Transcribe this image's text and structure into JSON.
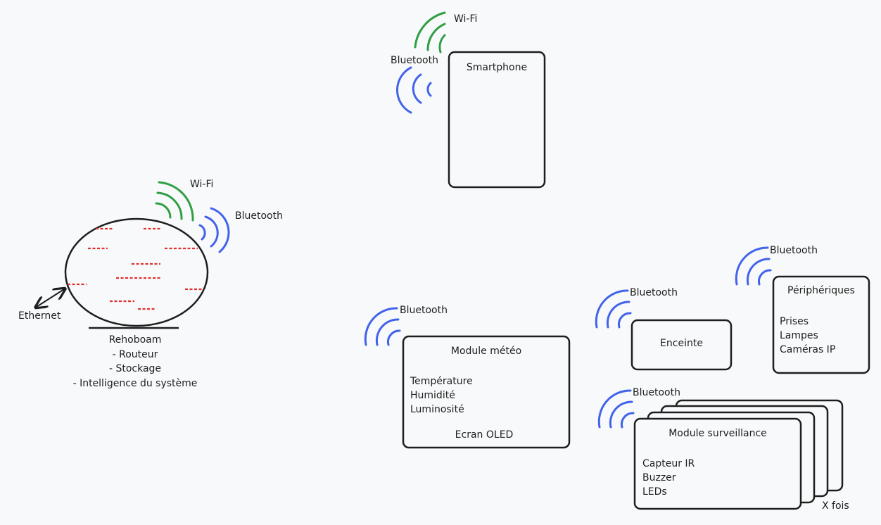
{
  "colors": {
    "background": "#f8f9fa",
    "stroke": "#1e1e1e",
    "wifi": "#2f9e44",
    "bluetooth": "#4263eb",
    "data_dashes": "#e03131"
  },
  "smartphone": {
    "title": "Smartphone",
    "wifi_label": "Wi-Fi",
    "bluetooth_label": "Bluetooth"
  },
  "rehoboam": {
    "wifi_label": "Wi-Fi",
    "bluetooth_label": "Bluetooth",
    "ethernet_label": "Ethernet",
    "caption": [
      "Rehoboam",
      "- Routeur",
      "- Stockage",
      "- Intelligence du système"
    ]
  },
  "module_meteo": {
    "bluetooth_label": "Bluetooth",
    "title": "Module météo",
    "items": [
      "Température",
      "Humidité",
      "Luminosité"
    ],
    "footer": "Ecran OLED"
  },
  "enceinte": {
    "bluetooth_label": "Bluetooth",
    "title": "Enceinte"
  },
  "peripheriques": {
    "bluetooth_label": "Bluetooth",
    "title": "Périphériques",
    "items": [
      "Prises",
      "Lampes",
      "Caméras IP"
    ]
  },
  "module_surveillance": {
    "bluetooth_label": "Bluetooth",
    "title": "Module surveillance",
    "items": [
      "Capteur IR",
      "Buzzer",
      "LEDs"
    ],
    "multiplier": "X fois"
  }
}
